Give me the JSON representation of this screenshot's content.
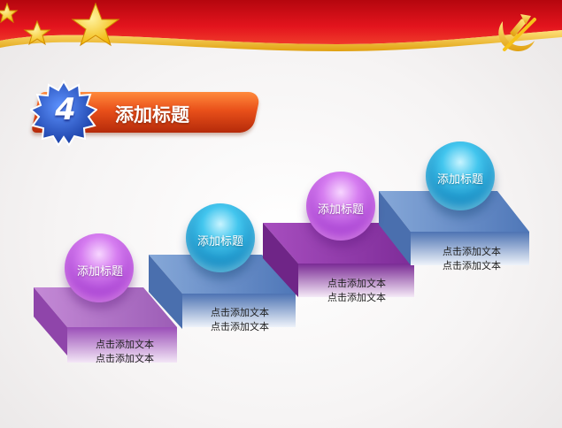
{
  "header": {
    "badge_number": "4",
    "title": "添加标题"
  },
  "steps": [
    {
      "label": "添加标题",
      "text_line1": "点击添加文本",
      "text_line2": "点击添加文本",
      "sphere_color": "#c05be0",
      "step_color": "#a94fc6"
    },
    {
      "label": "添加标题",
      "text_line1": "点击添加文本",
      "text_line2": "点击添加文本",
      "sphere_color": "#1fa2cf",
      "step_color": "#5c86c2"
    },
    {
      "label": "添加标题",
      "text_line1": "点击添加文本",
      "text_line2": "点击添加文本",
      "sphere_color": "#c05be0",
      "step_color": "#8a3a9e"
    },
    {
      "label": "添加标题",
      "text_line1": "点击添加文本",
      "text_line2": "点击添加文本",
      "sphere_color": "#1fa2cf",
      "step_color": "#5c86c2"
    }
  ],
  "colors": {
    "banner_red": "#d9101a",
    "banner_gold": "#f6c21a",
    "badge_orange": "#e9501a",
    "badge_blue": "#2d62c8"
  },
  "icons": [
    "star-icon",
    "party-emblem-icon"
  ]
}
